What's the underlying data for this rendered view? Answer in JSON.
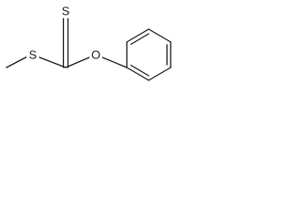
{
  "structure": {
    "atom_labels": {
      "thioether_sulfur": "S",
      "thione_sulfur": "S",
      "ester_oxygen": "O"
    },
    "line_color": "#1a1a1a",
    "background_color": "#ffffff"
  }
}
